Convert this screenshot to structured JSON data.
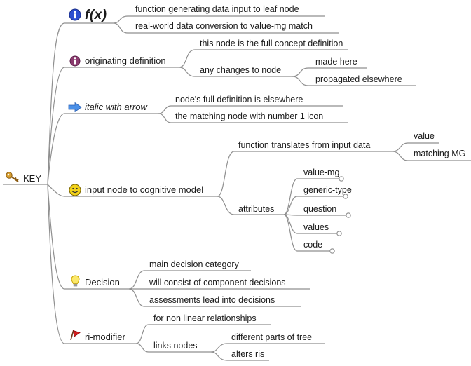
{
  "root": {
    "label": "KEY",
    "icon": "key-icon"
  },
  "branches": [
    {
      "label": "f(x)",
      "icon": "info-icon",
      "children": [
        {
          "label": "function generating data input to leaf node"
        },
        {
          "label": "real-world data conversion to value-mg match"
        }
      ]
    },
    {
      "label": "originating definition",
      "icon": "purple-info-icon",
      "children": [
        {
          "label": "this node is the full concept definition"
        },
        {
          "label": "any changes to node",
          "children": [
            {
              "label": "made here"
            },
            {
              "label": "propagated elsewhere"
            }
          ]
        }
      ]
    },
    {
      "label": "italic with arrow",
      "icon": "blue-arrow-icon",
      "children": [
        {
          "label": "node's full definition is elsewhere"
        },
        {
          "label": "the matching node with number 1 icon"
        }
      ]
    },
    {
      "label": "input node to cognitive model",
      "icon": "smiley-icon",
      "children": [
        {
          "label": "function translates from input data",
          "children": [
            {
              "label": "value"
            },
            {
              "label": "matching MG"
            }
          ]
        },
        {
          "label": "attributes",
          "children": [
            {
              "label": "value-mg"
            },
            {
              "label": "generic-type"
            },
            {
              "label": "question"
            },
            {
              "label": "values"
            },
            {
              "label": "code"
            }
          ]
        }
      ]
    },
    {
      "label": "Decision",
      "icon": "lightbulb-icon",
      "children": [
        {
          "label": "main decision category"
        },
        {
          "label": "will consist of component decisions"
        },
        {
          "label": "assessments lead into decisions"
        }
      ]
    },
    {
      "label": "ri-modifier",
      "icon": "flag-icon",
      "children": [
        {
          "label": "for non linear relationships"
        },
        {
          "label": "links nodes",
          "children": [
            {
              "label": "different parts of tree"
            },
            {
              "label": "alters ris"
            }
          ]
        }
      ]
    }
  ],
  "colors": {
    "line": "#8a8a8a",
    "text": "#1a1a1a"
  }
}
